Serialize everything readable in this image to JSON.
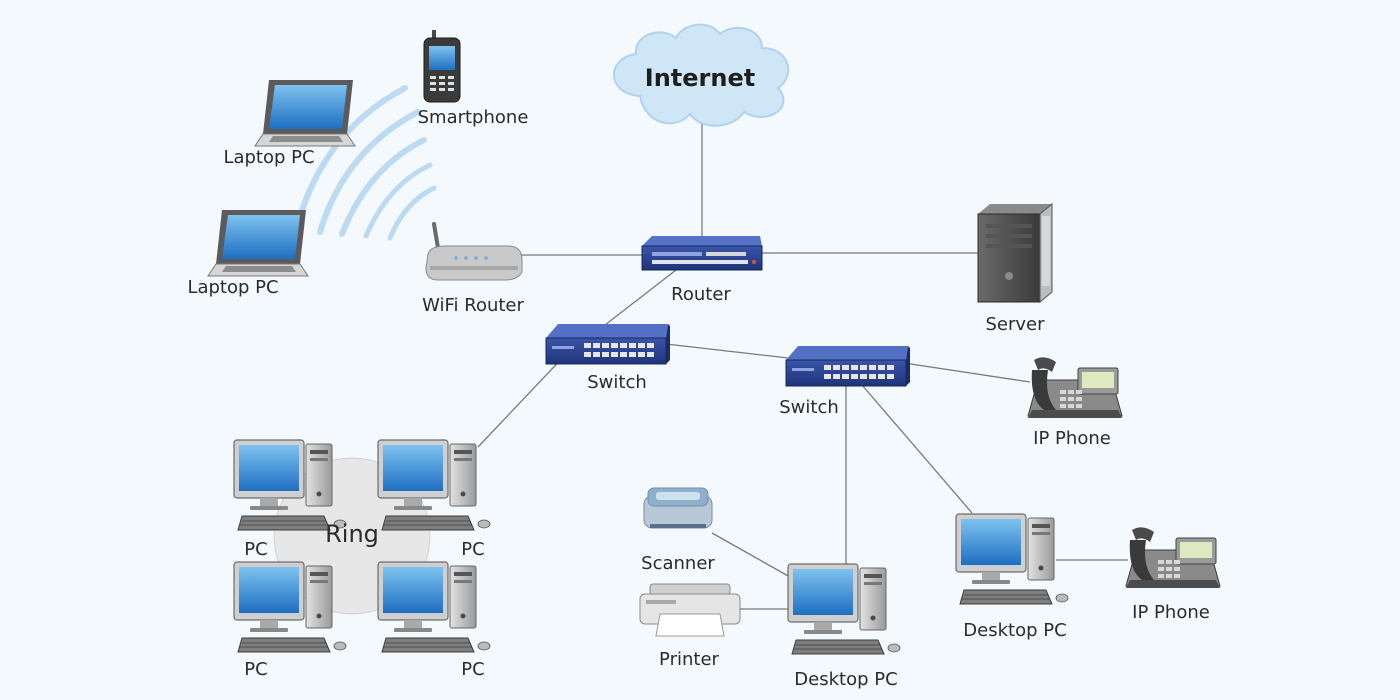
{
  "nodes": {
    "internet": "Internet",
    "router": "Router",
    "wifi_router": "WiFi Router",
    "server": "Server",
    "switch_left": "Switch",
    "switch_right": "Switch",
    "smartphone": "Smartphone",
    "laptop_top": "Laptop PC",
    "laptop_bottom": "Laptop PC",
    "ip_phone_top": "IP Phone",
    "ip_phone_bottom": "IP Phone",
    "ring": "Ring",
    "pc_tl": "PC",
    "pc_tr": "PC",
    "pc_bl": "PC",
    "pc_br": "PC",
    "scanner": "Scanner",
    "printer": "Printer",
    "desktop_center": "Desktop PC",
    "desktop_right": "Desktop PC"
  },
  "colors": {
    "background": "#f3f9fd",
    "cloud": "#cfe6f7",
    "device_blue": "#27408b",
    "wifi_wave": "#bfdcf3",
    "link_line": "#7a7a7a"
  }
}
